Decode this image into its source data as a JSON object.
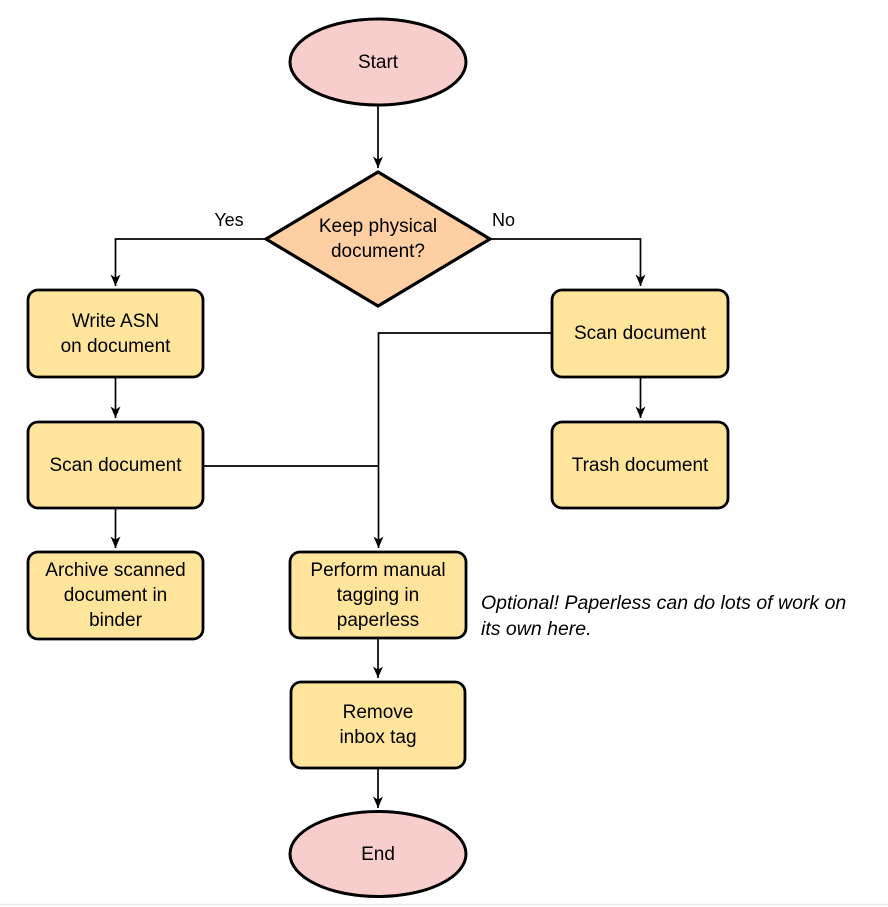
{
  "nodes": {
    "start": {
      "label": "Start",
      "type": "ellipse"
    },
    "decision": {
      "label": "Keep physical\ndocument?",
      "type": "diamond"
    },
    "write_asn": {
      "label": "Write ASN\non document",
      "type": "process"
    },
    "scan_left": {
      "label": "Scan document",
      "type": "process"
    },
    "archive": {
      "label": "Archive scanned\ndocument in\nbinder",
      "type": "process"
    },
    "scan_right": {
      "label": "Scan document",
      "type": "process"
    },
    "trash": {
      "label": "Trash document",
      "type": "process"
    },
    "tagging": {
      "label": "Perform manual\ntagging in\npaperless",
      "type": "process"
    },
    "remove_inbox": {
      "label": "Remove\ninbox tag",
      "type": "process"
    },
    "end": {
      "label": "End",
      "type": "ellipse"
    }
  },
  "edges": {
    "yes_label": "Yes",
    "no_label": "No"
  },
  "note": {
    "text": "Optional! Paperless can do lots of work on\nits own here."
  },
  "colors": {
    "terminal_fill": "#f8cecc",
    "decision_fill": "#fdcfa3",
    "process_fill": "#ffe59c",
    "stroke": "#000000",
    "bottom_rule": "#efe7e7"
  }
}
